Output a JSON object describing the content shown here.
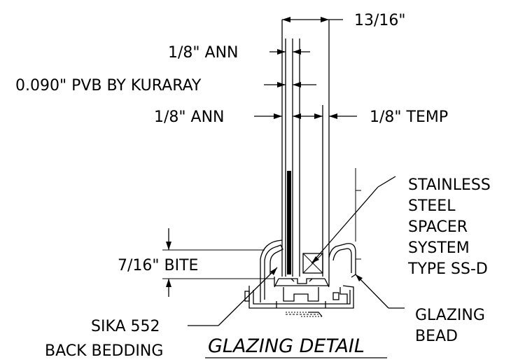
{
  "title": "GLAZING DETAIL",
  "labels": {
    "overall_thickness": "13/16\"",
    "outer_lite": "1/8\" ANN",
    "interlayer": "0.090\" PVB BY KURARAY",
    "inner_lite": "1/8\" ANN",
    "temp_lite": "1/8\" TEMP",
    "spacer": [
      "STAINLESS",
      "STEEL",
      "SPACER",
      "SYSTEM",
      "TYPE SS-D"
    ],
    "bite": "7/16\" BITE",
    "bedding": [
      "SIKA 552",
      "BACK BEDDING"
    ],
    "bead": [
      "GLAZING",
      "BEAD"
    ]
  }
}
